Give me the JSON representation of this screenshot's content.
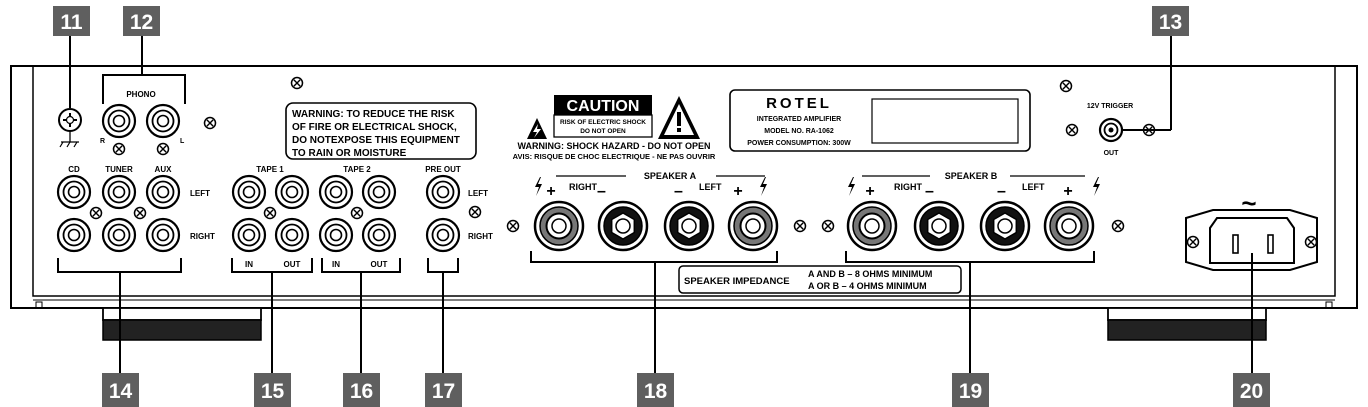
{
  "callouts": [
    "11",
    "12",
    "13",
    "14",
    "15",
    "16",
    "17",
    "18",
    "19",
    "20"
  ],
  "panel": {
    "phono": "PHONO",
    "phono_r": "R",
    "phono_l": "L",
    "cd": "CD",
    "tuner": "TUNER",
    "aux": "AUX",
    "left": "LEFT",
    "right": "RIGHT",
    "tape1": "TAPE 1",
    "tape2": "TAPE 2",
    "in": "IN",
    "out": "OUT",
    "pre_out": "PRE OUT",
    "warning_lines": [
      "WARNING: TO REDUCE THE RISK",
      "OF FIRE OR ELECTRICAL SHOCK,",
      "DO NOTEXPOSE THIS EQUIPMENT",
      "TO RAIN OR MOISTURE"
    ],
    "caution": "CAUTION",
    "caution_sub1": "RISK OF ELECTRIC SHOCK",
    "caution_sub2": "DO NOT OPEN",
    "shock_warning": "WARNING: SHOCK HAZARD - DO NOT OPEN",
    "avis": "AVIS: RISQUE DE CHOC ELECTRIQUE - NE PAS OUVRIR",
    "brand": "ROTEL",
    "model_line1": "INTEGRATED AMPLIFIER",
    "model_line2": "MODEL NO. RA-1062",
    "model_line3": "POWER CONSUMPTION: 300W",
    "trigger": "12V TRIGGER",
    "trigger_out": "OUT",
    "speaker_a": "SPEAKER A",
    "speaker_b": "SPEAKER B",
    "spk_right": "RIGHT",
    "spk_left": "LEFT",
    "impedance_label": "SPEAKER IMPEDANCE",
    "impedance_line1": "A AND B – 8 OHMS MINIMUM",
    "impedance_line2": "A OR B – 4 OHMS MINIMUM",
    "ac_symbol": "~",
    "plus": "+",
    "minus": "–"
  }
}
